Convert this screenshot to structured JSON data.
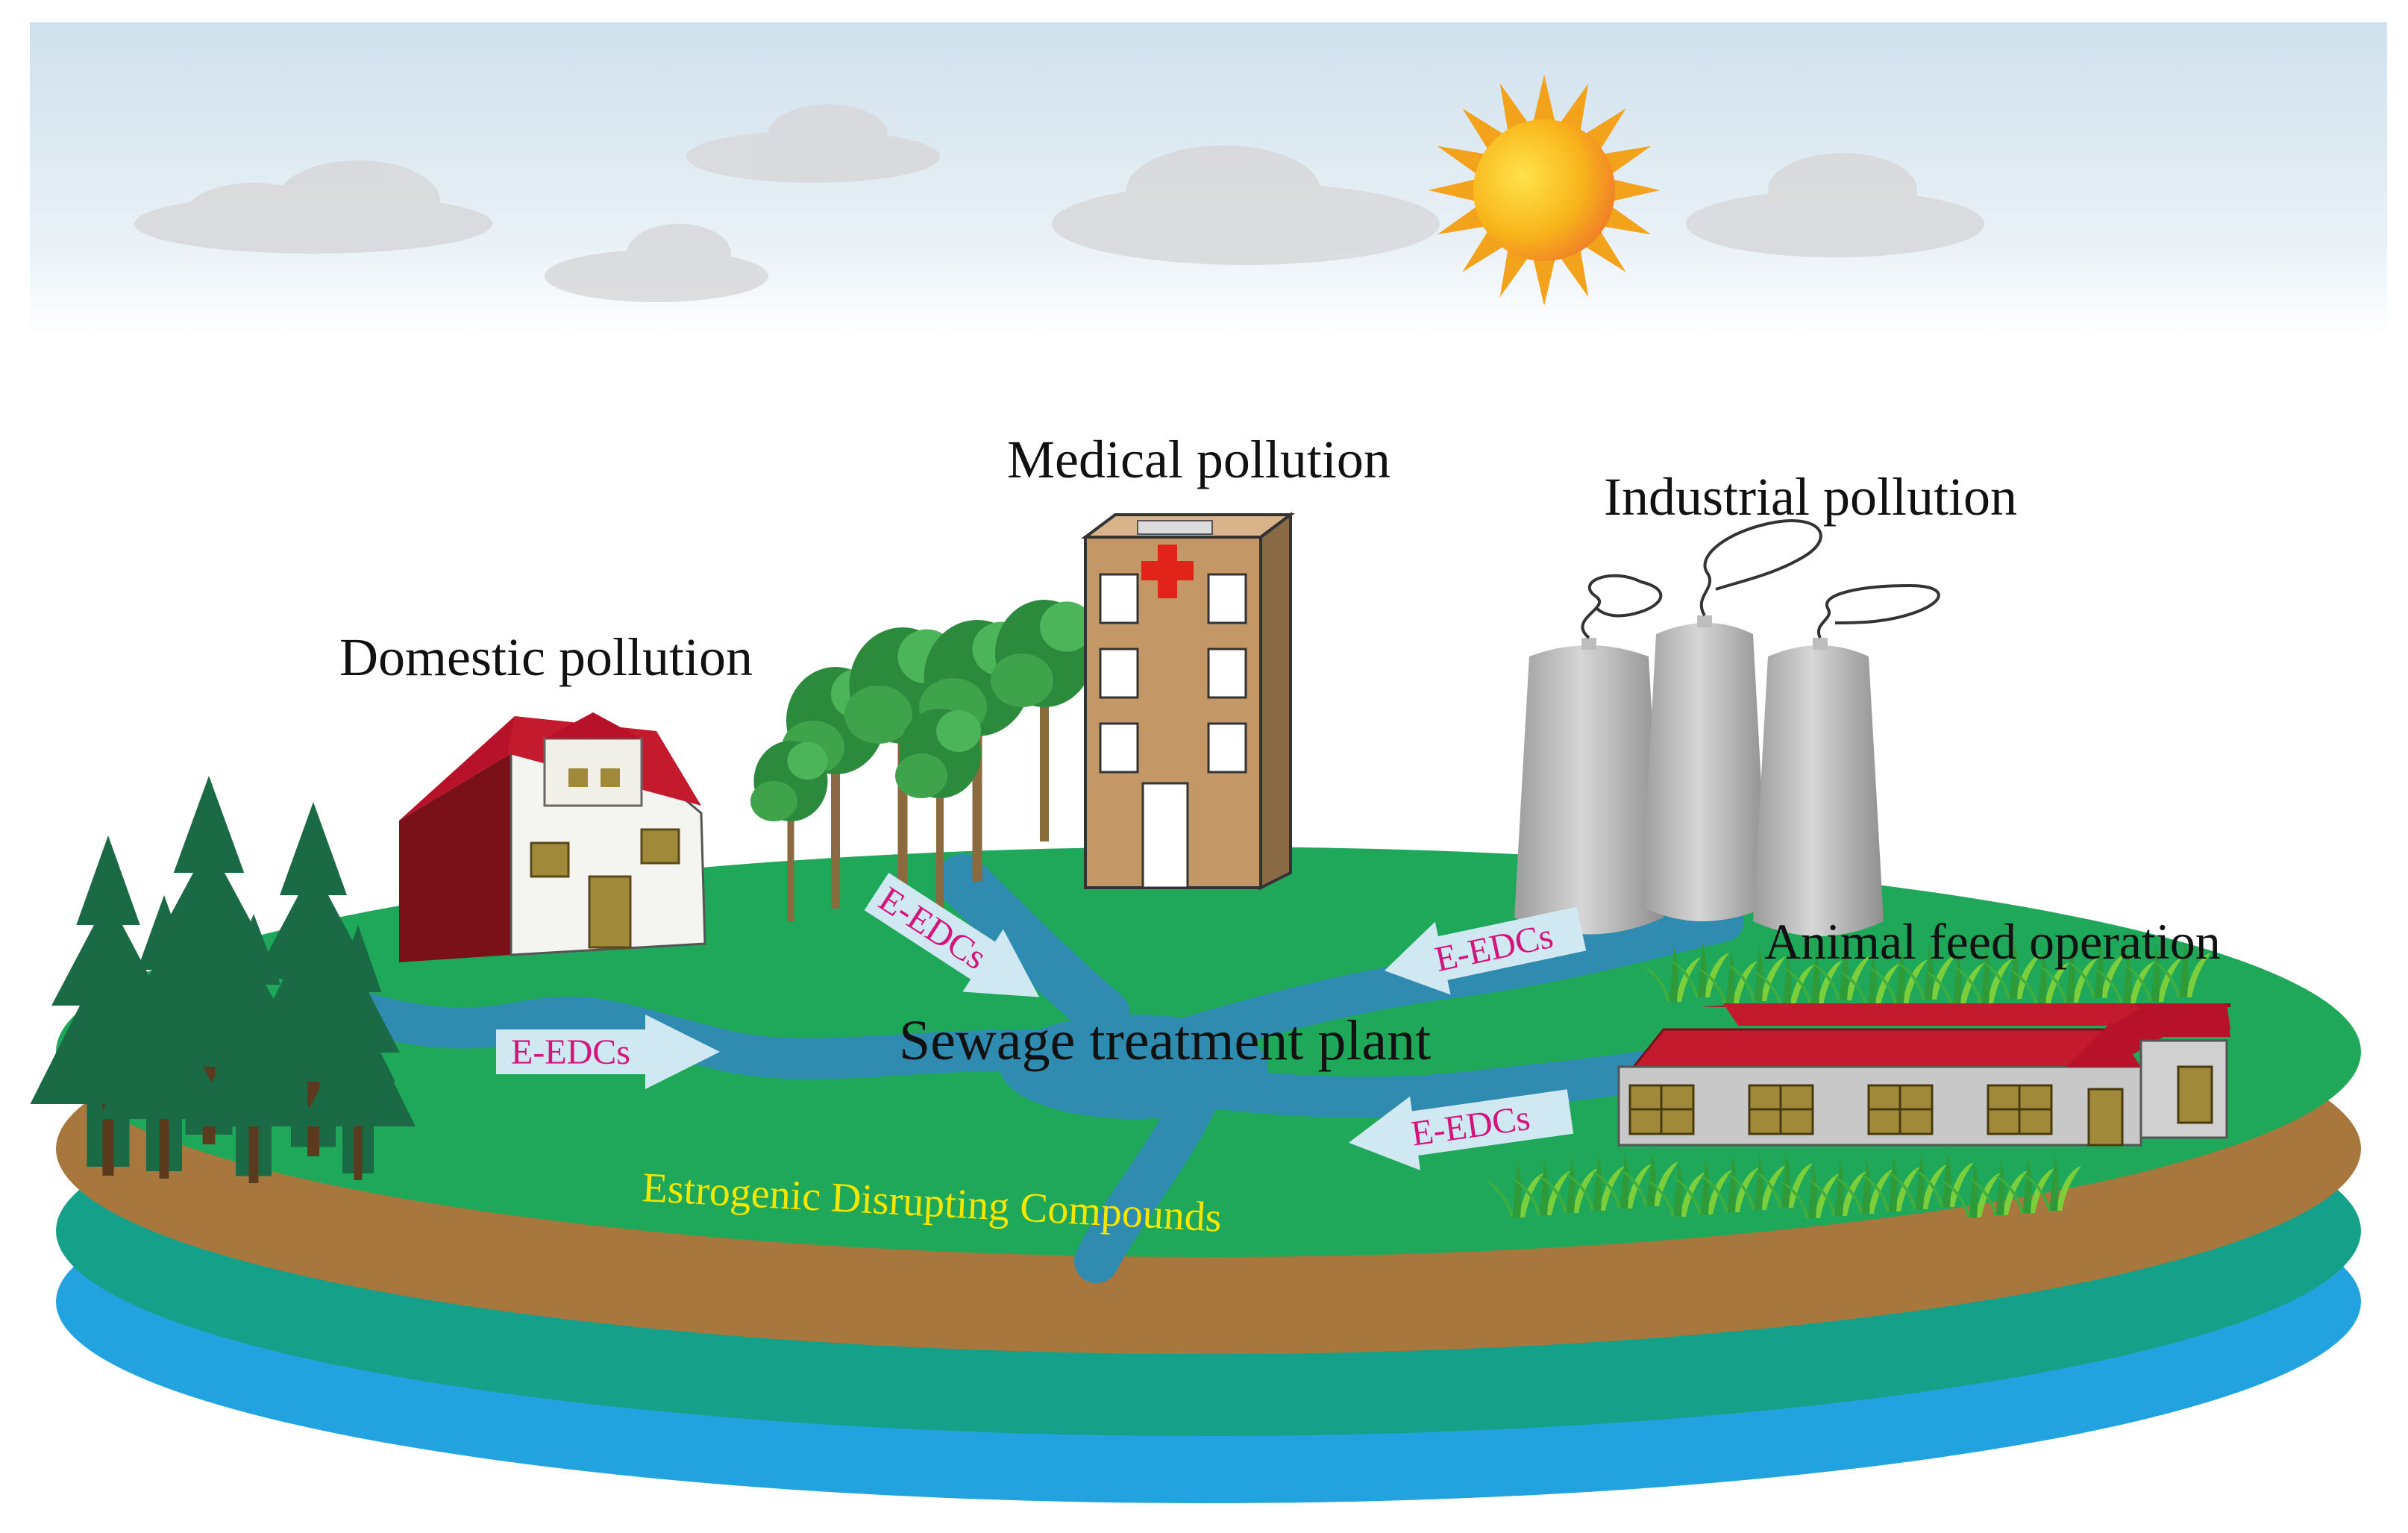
{
  "labels": {
    "medical": "Medical pollution",
    "industrial": "Industrial pollution",
    "domestic": "Domestic pollution",
    "animal": "Animal feed operation",
    "plant": "Sewage treatment plant",
    "compounds": "Estrogenic Disrupting Compounds"
  },
  "arrows": [
    {
      "id": "domestic",
      "text": "E-EDCs"
    },
    {
      "id": "medical",
      "text": "E-EDCs"
    },
    {
      "id": "industrial",
      "text": "E-EDCs"
    },
    {
      "id": "animal",
      "text": "E-EDCs"
    }
  ],
  "colors": {
    "sky": "#dfeaf2",
    "grass": "#1fa85a",
    "soil": "#a8773d",
    "groundwater_teal": "#15a08a",
    "groundwater_blue": "#22a3e0",
    "river": "#2f8bb0",
    "arrow_fill": "#cfe8f2",
    "arrow_text": "#d4147a",
    "compounds_text": "#f5e600",
    "roof": "#b8122a",
    "hospital": "#c49866",
    "silo": "#c4c4c4",
    "sun": "#f7b718"
  },
  "icons": [
    "sun-icon",
    "cloud-icon",
    "pine-tree-icon",
    "tree-icon",
    "house-icon",
    "hospital-icon",
    "red-cross-icon",
    "silo-icon",
    "smoke-icon",
    "barn-icon",
    "crop-icon"
  ]
}
